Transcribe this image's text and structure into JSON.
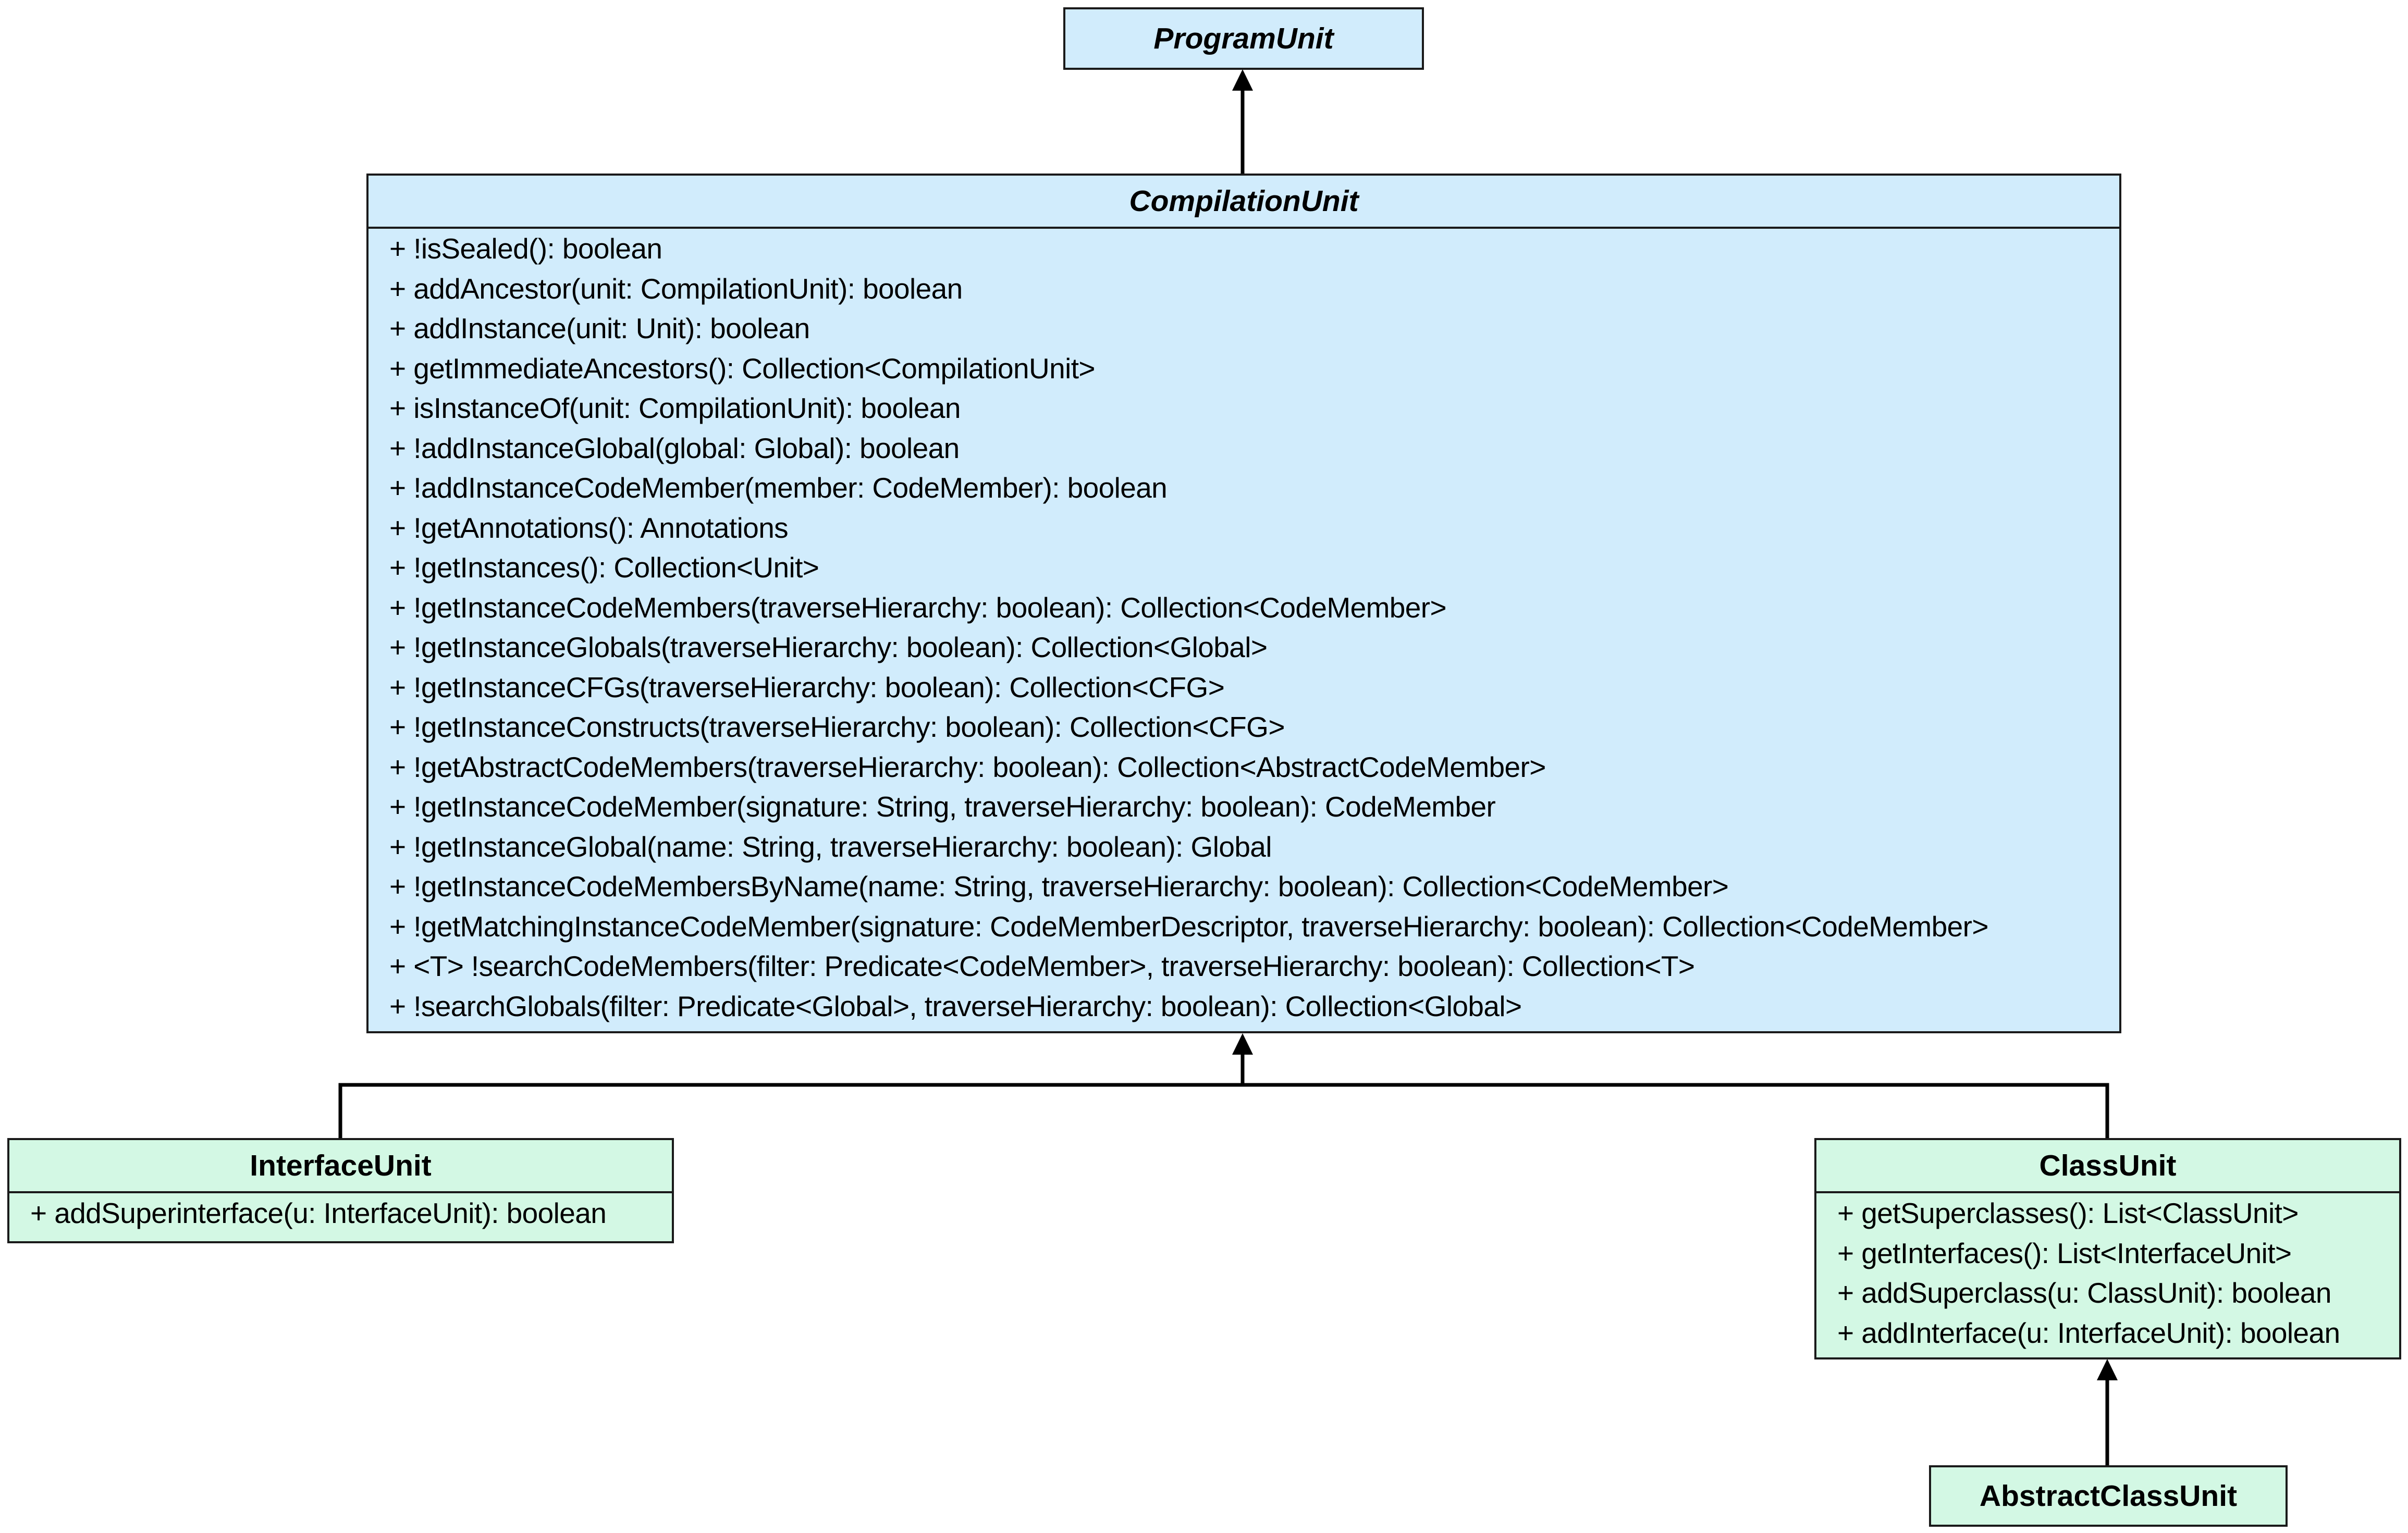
{
  "diagram": {
    "classes": {
      "program_unit": {
        "name": "ProgramUnit",
        "abstract": true,
        "methods": []
      },
      "compilation_unit": {
        "name": "CompilationUnit",
        "abstract": true,
        "methods": [
          "+ !isSealed(): boolean",
          "+ addAncestor(unit: CompilationUnit): boolean",
          "+ addInstance(unit: Unit): boolean",
          "+ getImmediateAncestors(): Collection<CompilationUnit>",
          "+ isInstanceOf(unit: CompilationUnit): boolean",
          "+ !addInstanceGlobal(global: Global): boolean",
          "+ !addInstanceCodeMember(member: CodeMember): boolean",
          "+ !getAnnotations(): Annotations",
          "+ !getInstances(): Collection<Unit>",
          "+ !getInstanceCodeMembers(traverseHierarchy: boolean): Collection<CodeMember>",
          "+ !getInstanceGlobals(traverseHierarchy: boolean): Collection<Global>",
          "+ !getInstanceCFGs(traverseHierarchy: boolean): Collection<CFG>",
          "+ !getInstanceConstructs(traverseHierarchy: boolean): Collection<CFG>",
          "+ !getAbstractCodeMembers(traverseHierarchy: boolean): Collection<AbstractCodeMember>",
          "+ !getInstanceCodeMember(signature: String, traverseHierarchy: boolean): CodeMember",
          "+ !getInstanceGlobal(name: String, traverseHierarchy: boolean): Global",
          "+ !getInstanceCodeMembersByName(name: String, traverseHierarchy: boolean): Collection<CodeMember>",
          "+ !getMatchingInstanceCodeMember(signature: CodeMemberDescriptor, traverseHierarchy: boolean): Collection<CodeMember>",
          "+ <T> !searchCodeMembers(filter: Predicate<CodeMember>, traverseHierarchy: boolean): Collection<T>",
          "+ !searchGlobals(filter: Predicate<Global>, traverseHierarchy: boolean): Collection<Global>"
        ]
      },
      "interface_unit": {
        "name": "InterfaceUnit",
        "abstract": false,
        "methods": [
          "+ addSuperinterface(u: InterfaceUnit): boolean"
        ]
      },
      "class_unit": {
        "name": "ClassUnit",
        "abstract": false,
        "methods": [
          "+ getSuperclasses(): List<ClassUnit>",
          "+ getInterfaces(): List<InterfaceUnit>",
          "+ addSuperclass(u: ClassUnit): boolean",
          "+ addInterface(u: InterfaceUnit): boolean"
        ]
      },
      "abstract_class_unit": {
        "name": "AbstractClassUnit",
        "abstract": false,
        "methods": []
      }
    },
    "inheritance": [
      {
        "from": "CompilationUnit",
        "to": "ProgramUnit"
      },
      {
        "from": "InterfaceUnit",
        "to": "CompilationUnit"
      },
      {
        "from": "ClassUnit",
        "to": "CompilationUnit"
      },
      {
        "from": "AbstractClassUnit",
        "to": "ClassUnit"
      }
    ],
    "colors": {
      "abstract_fill": "#d1ecfc",
      "concrete_fill": "#d3f8e4",
      "stroke": "#1a1a1a",
      "edge": "#000000"
    }
  }
}
